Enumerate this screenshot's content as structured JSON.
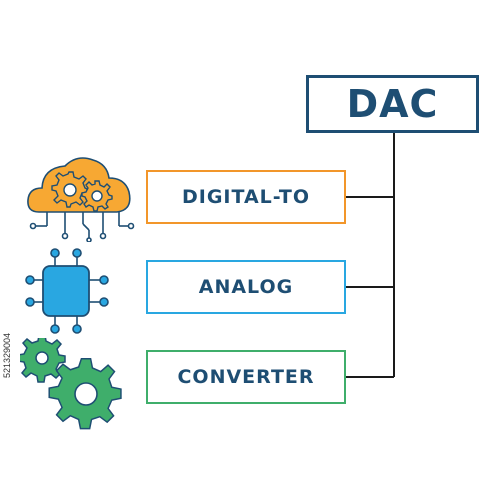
{
  "title": "DAC",
  "terms": [
    {
      "label": "DIGITAL-TO",
      "color": "#f2962a",
      "icon": "cloud-gears-icon"
    },
    {
      "label": "ANALOG",
      "color": "#29a7e1",
      "icon": "chip-icon"
    },
    {
      "label": "CONVERTER",
      "color": "#3fae6b",
      "icon": "gears-icon"
    }
  ],
  "colors": {
    "title": "#1e4e73",
    "line": "#1a1a1a",
    "orange": "#f2962a",
    "blue": "#29a7e1",
    "green": "#3fae6b"
  },
  "stock_id": "521329004"
}
